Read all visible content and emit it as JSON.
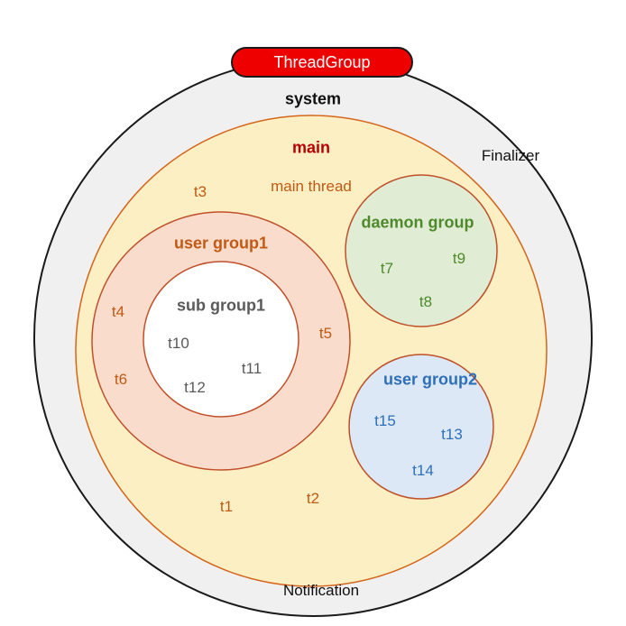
{
  "title": "ThreadGroup",
  "colors": {
    "system_fill": "#f0f0f0",
    "main_fill": "#fdefc4",
    "main_stroke": "#d4651a",
    "user1_fill": "#f9dccc",
    "sub1_fill": "#ffffff",
    "daemon_fill": "#e0ecd3",
    "daemon_stroke": "#6e8f3e",
    "user2_fill": "#dce8f5",
    "user2_stroke": "#4a6e94",
    "orange_text": "#c05a14",
    "red_text": "#b80000",
    "green_text": "#4e8a2c",
    "blue_text": "#2f6fb8",
    "gray_text": "#5a5a5a",
    "accent_red": "#ee0000"
  },
  "groups": {
    "system": {
      "label": "system",
      "extras": [
        "Finalizer",
        "Notification"
      ]
    },
    "main": {
      "label": "main",
      "threads": [
        "main thread",
        "t3",
        "t1",
        "t2"
      ]
    },
    "user_group1": {
      "label": "user group1",
      "threads": [
        "t4",
        "t6",
        "t5"
      ]
    },
    "sub_group1": {
      "label": "sub group1",
      "threads": [
        "t10",
        "t11",
        "t12"
      ]
    },
    "daemon_group": {
      "label": "daemon group",
      "threads": [
        "t7",
        "t9",
        "t8"
      ]
    },
    "user_group2": {
      "label": "user group2",
      "threads": [
        "t15",
        "t13",
        "t14"
      ]
    }
  }
}
